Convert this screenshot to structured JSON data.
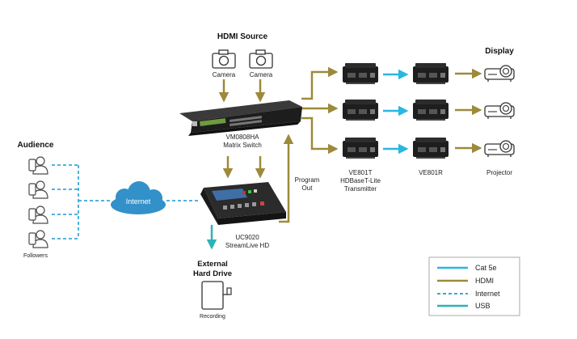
{
  "colors": {
    "hdmi": "#9d8a3a",
    "cat5e": "#29b6e3",
    "internet": "#3aa7d6",
    "usb": "#2bb3b8",
    "device": "#1e1e1e",
    "cloud": "#3391c9",
    "person": "#4a4a4a"
  },
  "labels": {
    "hdmi_source": "HDMI Source",
    "camera_1": "Camera",
    "camera_2": "Camera",
    "matrix_name": "VM0808HA",
    "matrix_sub": "Matrix Switch",
    "audience": "Audience",
    "followers": "Followers",
    "internet": "Internet",
    "streamlive_name": "UC9020",
    "streamlive_sub": "StreamLive HD",
    "program_out_1": "Program",
    "program_out_2": "Out",
    "external_1": "External",
    "external_2": "Hard Drive",
    "recording": "Recording",
    "display": "Display",
    "ve801t_1": "VE801T",
    "ve801t_2": "HDBaseT-Lite",
    "ve801t_3": "Transmitter",
    "ve801r": "VE801R",
    "projector": "Projector"
  },
  "legend": [
    {
      "label": "Cat 5e",
      "style": "cat5e"
    },
    {
      "label": "HDMI",
      "style": "hdmi"
    },
    {
      "label": "Internet",
      "style": "internet"
    },
    {
      "label": "USB",
      "style": "usb"
    }
  ]
}
